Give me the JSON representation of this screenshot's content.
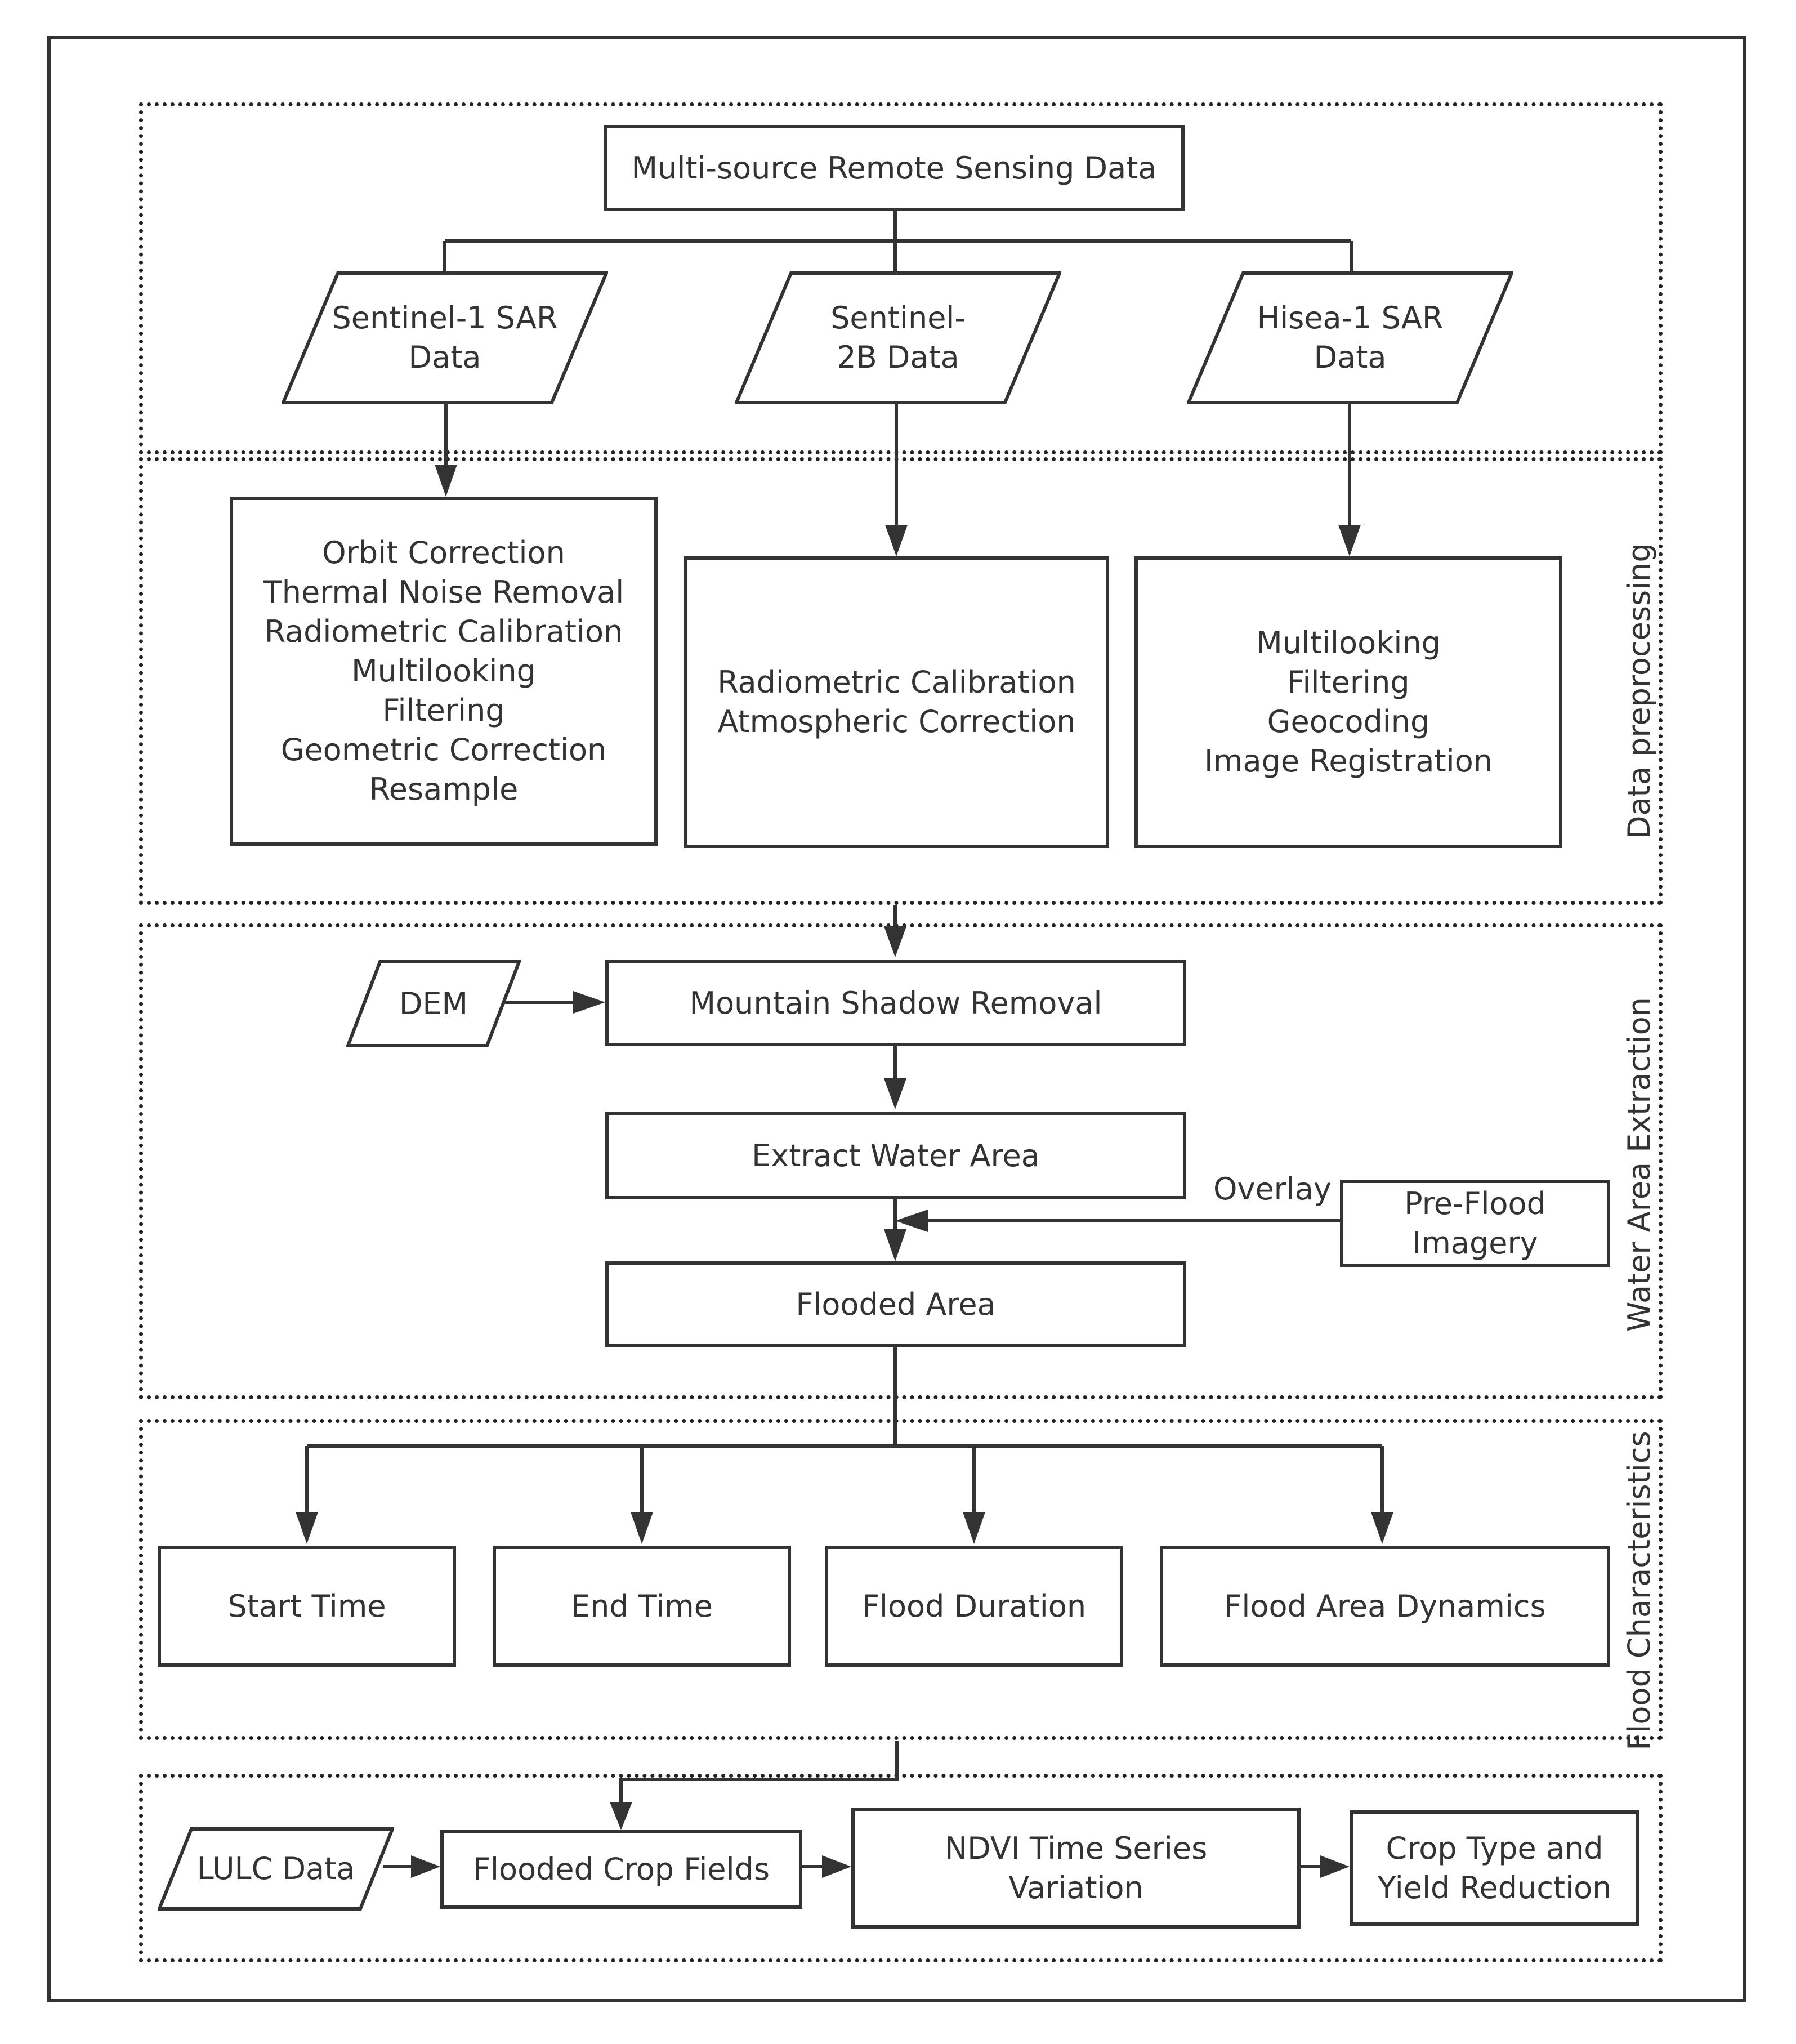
{
  "diagram": {
    "groups": {
      "preprocessing": "Data preprocessing",
      "extraction": "Water Area Extraction",
      "characteristics": "Flood Characteristics"
    },
    "nodes": {
      "multi_source": "Multi-source Remote Sensing Data",
      "sentinel1": "Sentinel-1 SAR\nData",
      "sentinel2b": "Sentinel-\n2B  Data",
      "hisea1": "Hisea-1 SAR\nData",
      "s1_steps": "Orbit Correction\nThermal Noise Removal\nRadiometric Calibration\nMultilooking\nFiltering\nGeometric Correction\nResample",
      "s2_steps": "Radiometric Calibration\nAtmospheric Correction",
      "hisea_steps": "Multilooking\nFiltering\nGeocoding\nImage Registration",
      "dem": "DEM",
      "mountain_shadow": "Mountain Shadow Removal",
      "extract_water": "Extract Water Area",
      "pre_flood": "Pre-Flood\nImagery",
      "flooded_area": "Flooded Area",
      "start_time": "Start Time",
      "end_time": "End Time",
      "flood_duration": "Flood Duration",
      "flood_dynamics": "Flood Area Dynamics",
      "lulc": "LULC Data",
      "flooded_crops": "Flooded Crop Fields",
      "ndvi": "NDVI Time Series\nVariation",
      "crop_yield": "Crop Type and\nYield Reduction"
    },
    "edge_labels": {
      "overlay": "Overlay"
    }
  }
}
